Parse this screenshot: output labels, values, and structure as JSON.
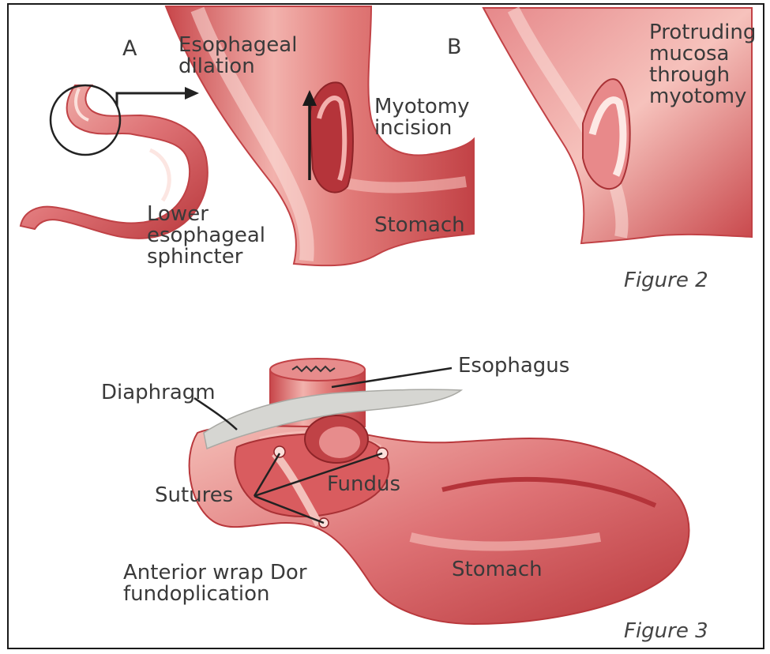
{
  "figure2": {
    "panel_a": "A",
    "panel_b": "B",
    "esophageal_dilation": "Esophageal\ndilation",
    "myotomy_incision": "Myotomy\nincision",
    "lower_sphincter": "Lower\nesophageal\nsphincter",
    "stomach": "Stomach",
    "protruding_mucosa": "Protruding\nmucosa\nthrough\nmyotomy",
    "caption": "Figure 2"
  },
  "figure3": {
    "esophagus": "Esophagus",
    "diaphragm": "Diaphragm",
    "sutures": "Sutures",
    "fundus": "Fundus",
    "stomach": "Stomach",
    "procedure": "Anterior wrap Dor\nfundoplication",
    "caption": "Figure 3"
  },
  "colors": {
    "tissue_dark": "#c8464a",
    "tissue_mid": "#dd7073",
    "tissue_light": "#f2b2ad",
    "highlight": "#fbe0db",
    "diaphragm": "#d6d6d2",
    "line": "#2a2a2a"
  }
}
